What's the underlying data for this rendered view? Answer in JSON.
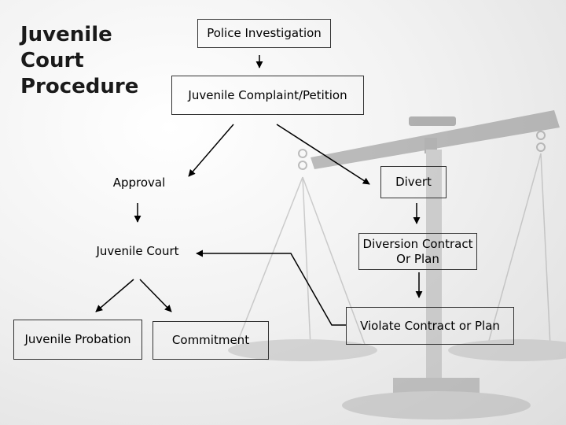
{
  "title": {
    "line1": "Juvenile",
    "line2": "Court",
    "line3": "Procedure"
  },
  "nodes": {
    "police_investigation": "Police Investigation",
    "complaint_petition": "Juvenile Complaint/Petition",
    "approval": "Approval",
    "divert": "Divert",
    "juvenile_court": "Juvenile Court",
    "diversion_contract_line1": "Diversion Contract",
    "diversion_contract_line2": "Or Plan",
    "violate_contract": "Violate Contract or Plan",
    "juvenile_probation": "Juvenile Probation",
    "commitment": "Commitment"
  },
  "background": {
    "image": "scales-of-justice-watermark"
  }
}
